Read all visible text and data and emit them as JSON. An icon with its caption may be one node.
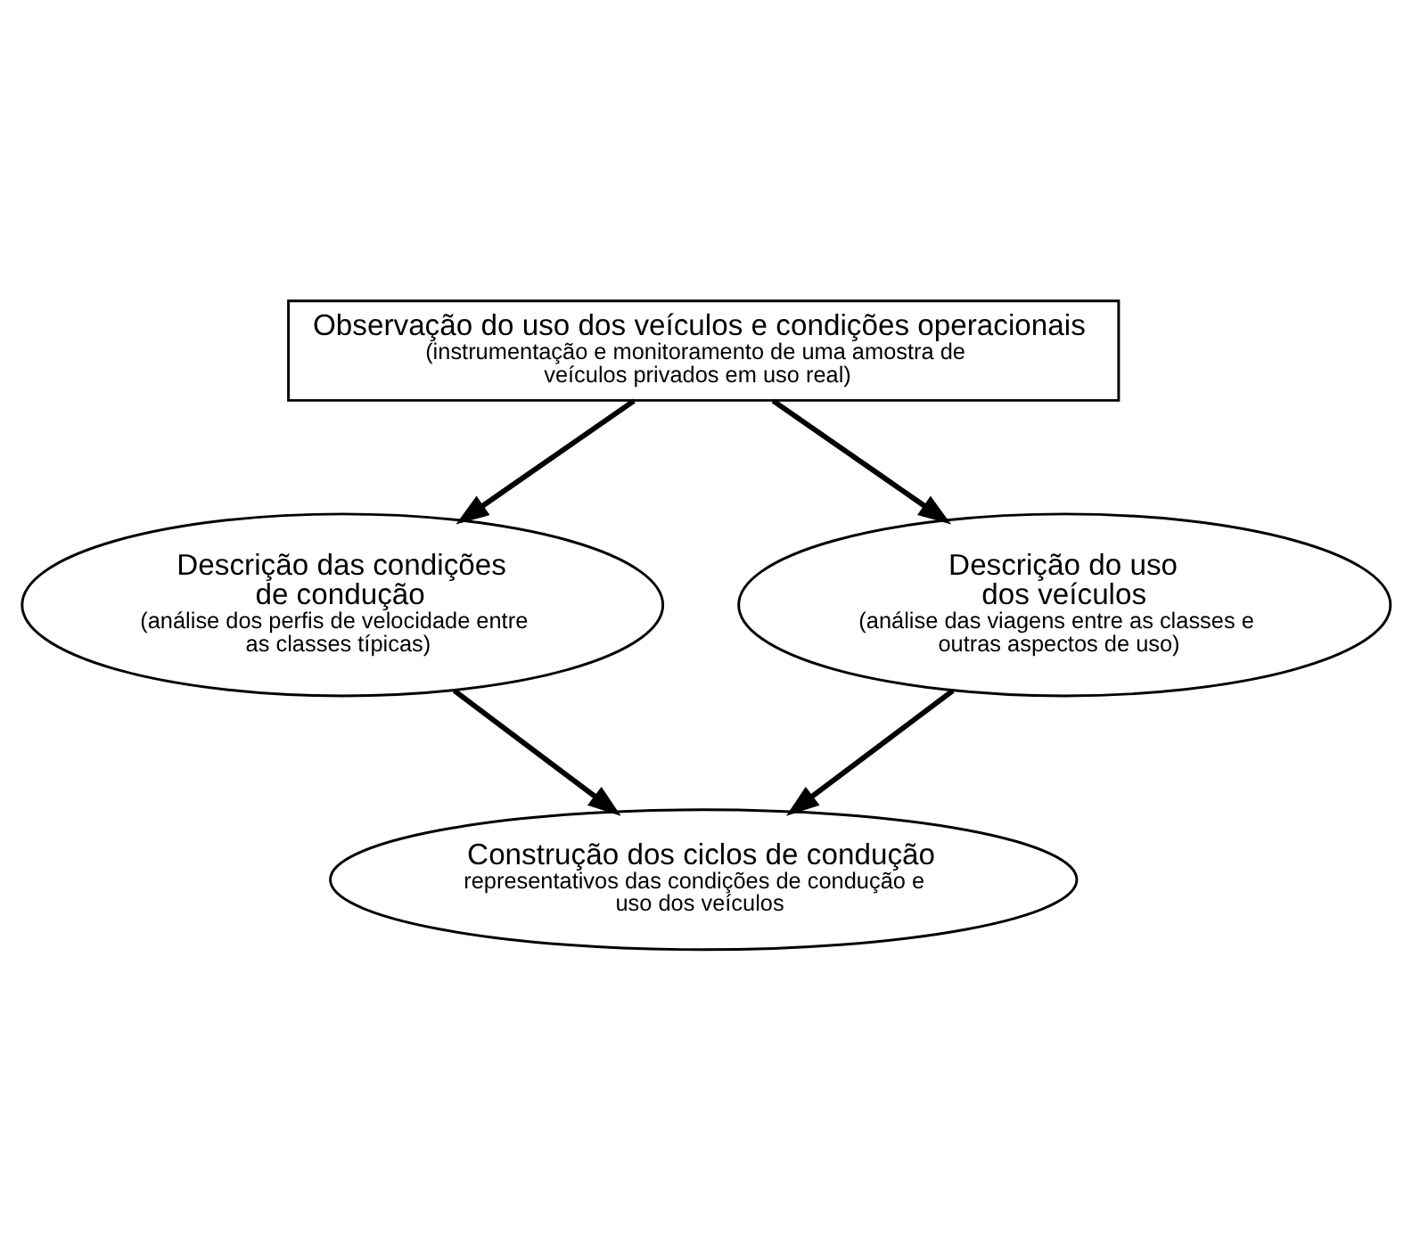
{
  "diagram": {
    "nodes": [
      {
        "text": [
          "Observação do uso dos veículos e condições operacionais",
          "(instrumentação e monitoramento de uma amostra de veículos privados em uso real)"
        ]
      },
      {
        "text": [
          "Descrição das condições de condução",
          "(análise dos perfis de velocidade entre as classes típicas)"
        ]
      },
      {
        "text": [
          "Descrição do uso dos veículos",
          "(análise das viagens entre as classes e outras aspectos de uso)"
        ]
      },
      {
        "text": [
          "Construção dos ciclos de condução",
          "representativos das condições de condução e uso dos veículos"
        ]
      }
    ],
    "edges": [
      {
        "from": 0,
        "to": 1,
        "arrow": "to"
      },
      {
        "from": 0,
        "to": 2,
        "arrow": "to"
      },
      {
        "from": 1,
        "to": 3,
        "arrow": "to"
      },
      {
        "from": 2,
        "to": 3,
        "arrow": "to"
      }
    ]
  }
}
